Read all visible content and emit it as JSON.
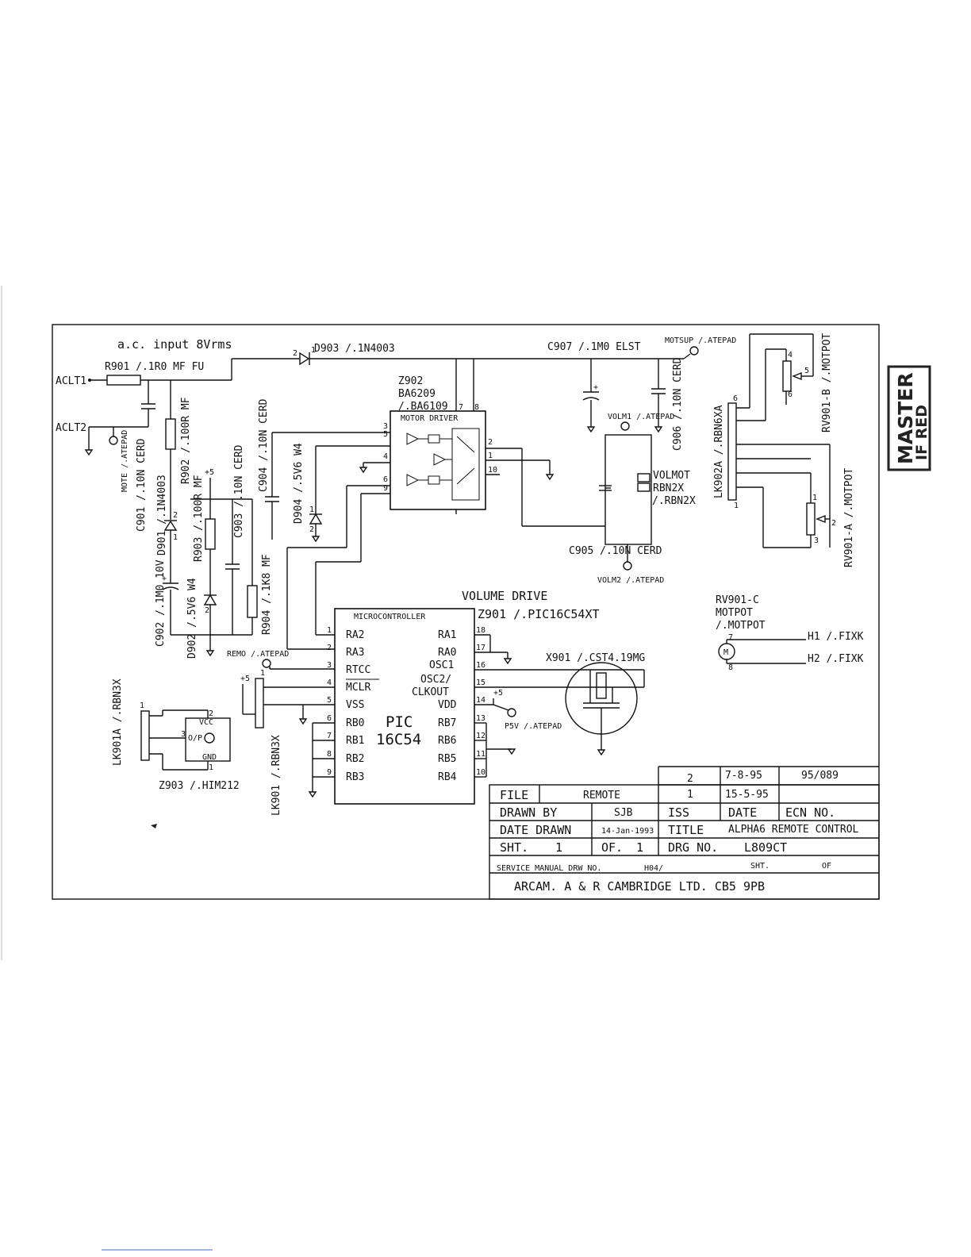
{
  "labels": {
    "ac_input": "a.c.  input  8Vrms",
    "d903": "D903 /.1N4003",
    "r901": "R901 /.1R0 MF FU",
    "aclt1": "ACLT1",
    "aclt2": "ACLT2",
    "mote": "MOTE /.ATEPAD",
    "c901": "C901 /.10N CERD",
    "d901": "D901 /.1N4003",
    "r902": "R902 /.100R MF",
    "c902": "C902 /.1M0 10V",
    "d902": "D902 /.5V6 W4",
    "r903": "R903 /.100R MF",
    "c903": "C903 /.10N CERD",
    "c904": "C904 /.10N CERD",
    "d904": "D904 /.5V6 W4",
    "r904": "R904 /.1K8 MF",
    "remo": "REMO /.ATEPAD",
    "plus5": "+5",
    "z902": "Z902",
    "ba6209": "BA6209",
    "ba6109": "/.BA6109",
    "motor_driver": "MOTOR DRIVER",
    "c907": "C907 /.1M0 ELST",
    "motsup": "MOTSUP /.ATEPAD",
    "c906": "C906 /.10N CERD",
    "volm1": "VOLM1 /.ATEPAD",
    "volmot": "VOLMOT",
    "rbn2x": "RBN2X",
    "rbn2x_b": "/.RBN2X",
    "c905": "C905 /.10N CERD",
    "volm2": "VOLM2 /.ATEPAD",
    "lk902a": "LK902A /.RBN6XA",
    "rv901b": "RV901-B /.MOTPOT",
    "rv901a": "RV901-A /.MOTPOT",
    "rv901c": "RV901-C",
    "motpot": "MOTPOT",
    "motpot_b": "/.MOTPOT",
    "h1": "H1 /.FIXK",
    "h2": "H2 /.FIXK",
    "motor_m": "M",
    "volume_drive": "VOLUME DRIVE",
    "microcontroller": "MICROCONTROLLER",
    "z901": "Z901  /.PIC16C54XT",
    "pic": "PIC",
    "pic_part": "16C54",
    "x901": "X901 /.CST4.19MG",
    "p5v": "P5V /.ATEPAD",
    "lk901a": "LK901A /.RBN3X",
    "lk901": "LK901 /.RBN3X",
    "z903": "Z903 /.HIM212",
    "vcc": "VCC",
    "o_p": "O/P",
    "gnd": "GND"
  },
  "mcu_left": [
    "RA2",
    "RA3",
    "RTCC",
    "MCLR",
    "VSS",
    "RB0",
    "RB1",
    "RB2",
    "RB3"
  ],
  "mcu_left_pins": [
    "1",
    "2",
    "3",
    "4",
    "5",
    "6",
    "7",
    "8",
    "9"
  ],
  "mcu_right": [
    "RA1",
    "RA0",
    "OSC1",
    "OSC2/",
    "CLKOUT",
    "VDD",
    "RB7",
    "RB6",
    "RB5",
    "RB4"
  ],
  "mcu_right_pins": [
    "18",
    "17",
    "16",
    "15",
    "14",
    "13",
    "12",
    "11",
    "10"
  ],
  "driver_pins": [
    "3",
    "5",
    "4",
    "6",
    "9",
    "7",
    "8",
    "2",
    "1",
    "10"
  ],
  "title_block": {
    "rev2_iss": "2",
    "rev2_date": "7-8-95",
    "rev2_ecn": "95/089",
    "rev1_iss": "1",
    "rev1_date": "15-5-95",
    "file_label": "FILE",
    "file_value": "REMOTE",
    "drawn_by_label": "DRAWN BY",
    "drawn_by_value": "SJB",
    "iss_label": "ISS",
    "date_label": "DATE",
    "ecn_label": "ECN NO.",
    "date_drawn_label": "DATE DRAWN",
    "date_drawn_value": "14-Jan-1993",
    "title_label": "TITLE",
    "title_value": "ALPHA6 REMOTE CONTROL",
    "sht_label": "SHT.",
    "sht_value": "1",
    "of_label": "OF.",
    "of_value": "1",
    "drg_label": "DRG NO.",
    "drg_value": "L809CT",
    "service_label": "SERVICE MANUAL DRW NO.",
    "service_value": "H04/",
    "sht2_label": "SHT.",
    "of2_label": "OF",
    "company": "ARCAM. A & R CAMBRIDGE LTD. CB5 9PB"
  },
  "stamp": {
    "line1": "MASTER",
    "line2": "IF RED"
  }
}
